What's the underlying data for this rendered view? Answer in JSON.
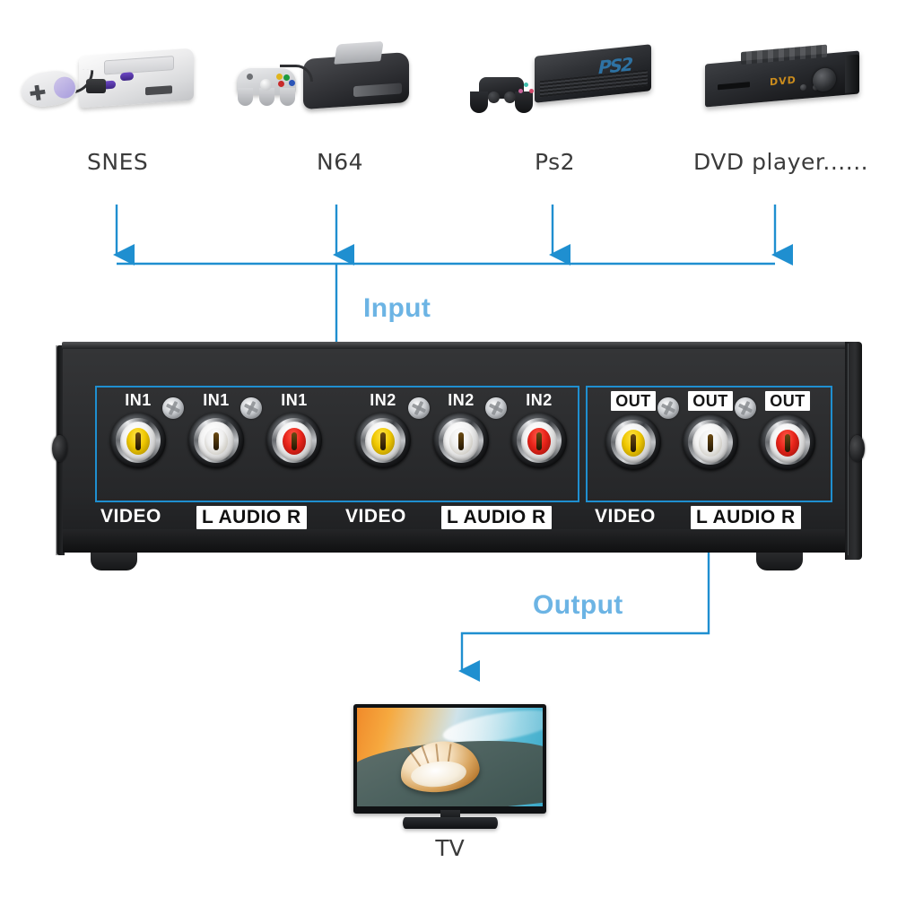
{
  "sources": [
    {
      "id": "snes",
      "label": "SNES"
    },
    {
      "id": "n64",
      "label": "N64"
    },
    {
      "id": "ps2",
      "label": "Ps2"
    },
    {
      "id": "dvd",
      "label": "DVD player......"
    }
  ],
  "flow": {
    "input_label": "Input",
    "output_label": "Output",
    "line_color": "#1f8fd0",
    "word_color": "#6cb4e4"
  },
  "switch_box": {
    "groups": [
      {
        "id": "input-group",
        "ports": [
          {
            "tag": "IN1",
            "boxed": false,
            "color": "yellow"
          },
          {
            "tag": "IN1",
            "boxed": false,
            "color": "white"
          },
          {
            "tag": "IN1",
            "boxed": false,
            "color": "red"
          },
          {
            "tag": "IN2",
            "boxed": false,
            "color": "yellow"
          },
          {
            "tag": "IN2",
            "boxed": false,
            "color": "white"
          },
          {
            "tag": "IN2",
            "boxed": false,
            "color": "red"
          }
        ]
      },
      {
        "id": "output-group",
        "ports": [
          {
            "tag": "OUT",
            "boxed": true,
            "color": "yellow"
          },
          {
            "tag": "OUT",
            "boxed": true,
            "color": "white"
          },
          {
            "tag": "OUT",
            "boxed": true,
            "color": "red"
          }
        ]
      }
    ],
    "legends": [
      {
        "text": "VIDEO",
        "boxed": false
      },
      {
        "text": "L  AUDIO  R",
        "boxed": true
      },
      {
        "text": "VIDEO",
        "boxed": false
      },
      {
        "text": "L  AUDIO  R",
        "boxed": true
      },
      {
        "text": "VIDEO",
        "boxed": false
      },
      {
        "text": "L  AUDIO  R",
        "boxed": true
      }
    ]
  },
  "tv": {
    "label": "TV"
  }
}
